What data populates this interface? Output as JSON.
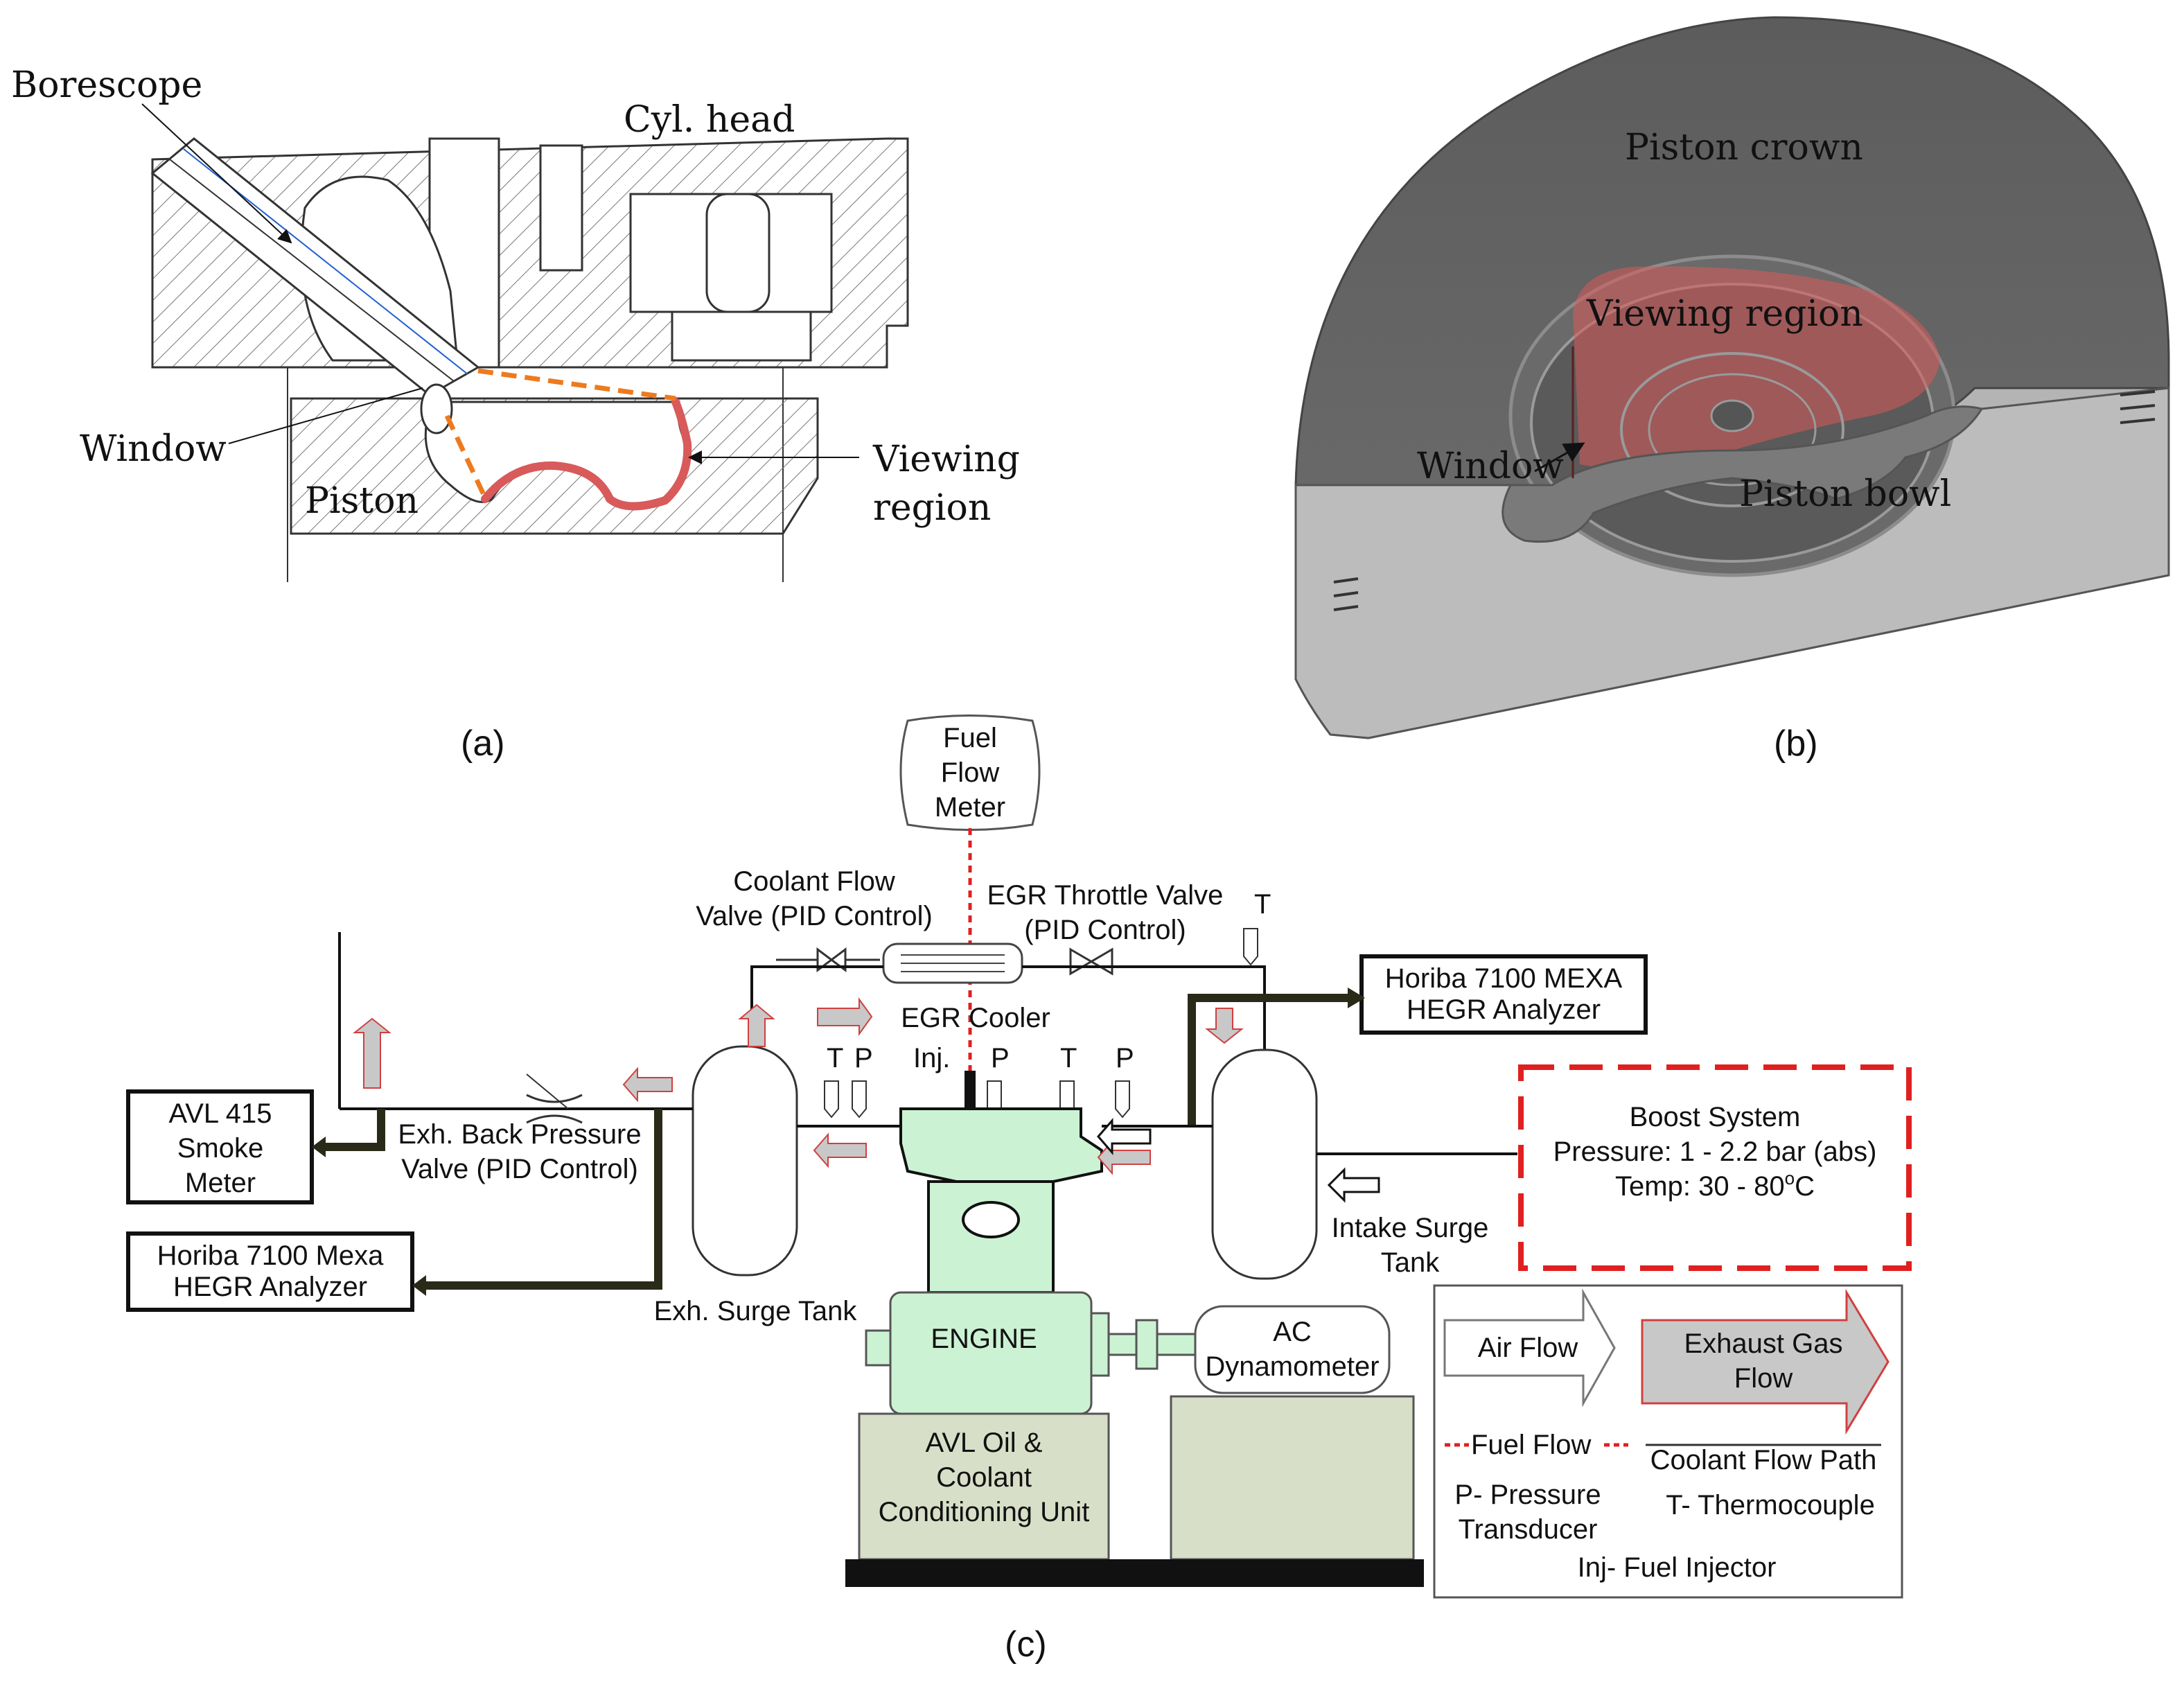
{
  "panel_a": {
    "caption": "(a)",
    "labels": {
      "borescope": "Borescope",
      "cyl_head": "Cyl. head",
      "window": "Window",
      "piston": "Piston",
      "viewing_region_1": "Viewing",
      "viewing_region_2": "region"
    }
  },
  "panel_b": {
    "caption": "(b)",
    "labels": {
      "piston_crown": "Piston crown",
      "viewing_region": "Viewing region",
      "window": "Window",
      "piston_bowl": "Piston bowl"
    }
  },
  "panel_c": {
    "caption": "(c)",
    "fuel_flow_meter": [
      "Fuel",
      "Flow",
      "Meter"
    ],
    "coolant_valve": [
      "Coolant Flow",
      "Valve (PID Control)"
    ],
    "egr_throttle": [
      "EGR Throttle Valve",
      "(PID Control)"
    ],
    "egr_cooler": "EGR Cooler",
    "horiba_top": [
      "Horiba 7100 MEXA",
      "HEGR Analyzer"
    ],
    "horiba_left": [
      "Horiba 7100 Mexa",
      "HEGR Analyzer"
    ],
    "avl_smoke": [
      "AVL 415",
      "Smoke",
      "Meter"
    ],
    "exh_back_pressure": [
      "Exh. Back Pressure",
      "Valve (PID Control)"
    ],
    "exh_surge_tank": "Exh. Surge Tank",
    "intake_surge_tank": [
      "Intake Surge",
      "Tank"
    ],
    "boost_system": [
      "Boost System",
      "Pressure: 1 - 2.2 bar (abs)",
      "Temp: 30 - 80",
      "o",
      "C"
    ],
    "engine": "ENGINE",
    "ac_dyno": [
      "AC",
      "Dynamometer"
    ],
    "avl_oil": [
      "AVL Oil &",
      "Coolant",
      "Conditioning Unit"
    ],
    "sensor_labels": {
      "t": "T",
      "p": "P",
      "inj": "Inj."
    },
    "legend": {
      "air_flow": "Air Flow",
      "exhaust_flow": [
        "Exhaust Gas",
        "Flow"
      ],
      "fuel_flow": "Fuel Flow",
      "coolant_path": "Coolant Flow Path",
      "pressure": [
        "P- Pressure",
        "Transducer"
      ],
      "thermocouple": "T- Thermocouple",
      "injector": "Inj- Fuel Injector"
    },
    "colors": {
      "engine_green": "#ccf2d4",
      "conditioning_unit": "#d8dfc8",
      "exhaust_arrow": "#c8c8c8",
      "exhaust_outline": "#d04040",
      "fuel_line": "#e02020",
      "boost_border": "#e02020",
      "pipe_dark": "#2a2a18"
    }
  },
  "colors": {
    "viewing_region": "#d85a5a",
    "borescope_dash": "#ee7a1e",
    "piston_dark": "#646464",
    "piston_light": "#b4b4b4"
  }
}
